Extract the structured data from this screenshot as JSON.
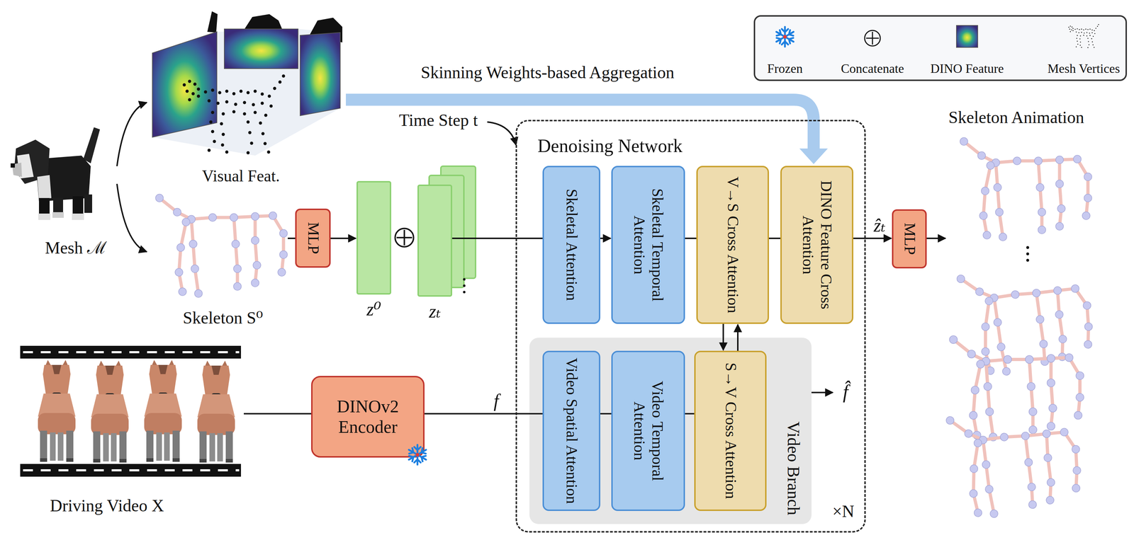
{
  "diagram": {
    "nodes": [
      {
        "text": [
          "MLP"
        ]
      },
      {
        "text": [
          "z⁰"
        ]
      },
      {
        "text": [
          "zₜ"
        ]
      },
      {
        "text": [
          "Denoising Network"
        ]
      },
      {
        "text": [
          "Skeletal Attention"
        ],
        "in": 3
      },
      {
        "text": [
          "Skeletal Temporal Attention"
        ],
        "in": 3
      },
      {
        "text": [
          "V→S Cross Attention"
        ],
        "in": 3
      },
      {
        "text": [
          "DINO Feature Cross Attention"
        ],
        "in": 3
      },
      {
        "text": [
          "Video Branch"
        ],
        "in": 3
      },
      {
        "text": [
          "Video Spatial Attention"
        ],
        "in": 8
      },
      {
        "text": [
          "Video Temporal Attention"
        ],
        "in": 8
      },
      {
        "text": [
          "S→V Cross Attention"
        ],
        "in": 8
      },
      {
        "text": [
          "DINOv2 Encoder"
        ]
      },
      {
        "text": [
          "MLP"
        ]
      }
    ],
    "edges": [
      {
        "from": 0,
        "to": 1,
        "arrow": "to"
      },
      {
        "from": 2,
        "to": 4,
        "arrow": "none"
      },
      {
        "from": 4,
        "to": 5,
        "arrow": "to"
      },
      {
        "from": 5,
        "to": 6,
        "arrow": "none"
      },
      {
        "from": 6,
        "to": 7,
        "arrow": "none"
      },
      {
        "from": 7,
        "to": 13,
        "label": "ẑₜ",
        "arrow": "to"
      },
      {
        "from": 6,
        "to": 11,
        "arrow": "to"
      },
      {
        "from": 11,
        "to": 6,
        "arrow": "to"
      },
      {
        "from": 12,
        "to": 9,
        "label": "f",
        "arrow": "none"
      },
      {
        "from": 9,
        "to": 10,
        "arrow": "none"
      },
      {
        "from": 10,
        "to": 11,
        "arrow": "none"
      }
    ],
    "labels": [
      "Skinning Weights-based Aggregation",
      "Visual Feat.",
      "Time Step t",
      "Skeleton Animation",
      "Mesh ℳ",
      "Skeleton S⁰",
      "Driving Video X",
      "f̂",
      "×N"
    ],
    "legend": [
      {
        "text": "Frozen"
      },
      {
        "text": "Concatenate"
      },
      {
        "text": "DINO Feature"
      },
      {
        "text": "Mesh Vertices"
      }
    ]
  }
}
